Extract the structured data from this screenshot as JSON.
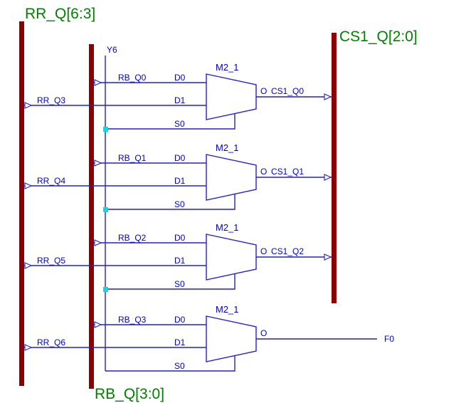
{
  "diagram": {
    "colors": {
      "bus": "#8b0000",
      "wire": "#2222cc",
      "net_label": "#0000cc",
      "bus_label": "#008000",
      "junction": "#00dfe6",
      "background": "#ffffff"
    },
    "bus_labels": {
      "left": "RR_Q[6:3]",
      "bottom": "RB_Q[3:0]",
      "right": "CS1_Q[2:0]"
    },
    "select_net": "Y6",
    "muxes": [
      {
        "part": "M2_1",
        "pins": {
          "d0": "D0",
          "d1": "D1",
          "s0": "S0",
          "o": "O"
        },
        "nets": {
          "d0": "RB_Q0",
          "d1": "RR_Q3",
          "o": "CS1_Q0"
        }
      },
      {
        "part": "M2_1",
        "pins": {
          "d0": "D0",
          "d1": "D1",
          "s0": "S0",
          "o": "O"
        },
        "nets": {
          "d0": "RB_Q1",
          "d1": "RR_Q4",
          "o": "CS1_Q1"
        }
      },
      {
        "part": "M2_1",
        "pins": {
          "d0": "D0",
          "d1": "D1",
          "s0": "S0",
          "o": "O"
        },
        "nets": {
          "d0": "RB_Q2",
          "d1": "RR_Q5",
          "o": "CS1_Q2"
        }
      },
      {
        "part": "M2_1",
        "pins": {
          "d0": "D0",
          "d1": "D1",
          "s0": "S0",
          "o": "O"
        },
        "nets": {
          "d0": "RB_Q3",
          "d1": "RR_Q6",
          "o": "F0"
        }
      }
    ]
  }
}
